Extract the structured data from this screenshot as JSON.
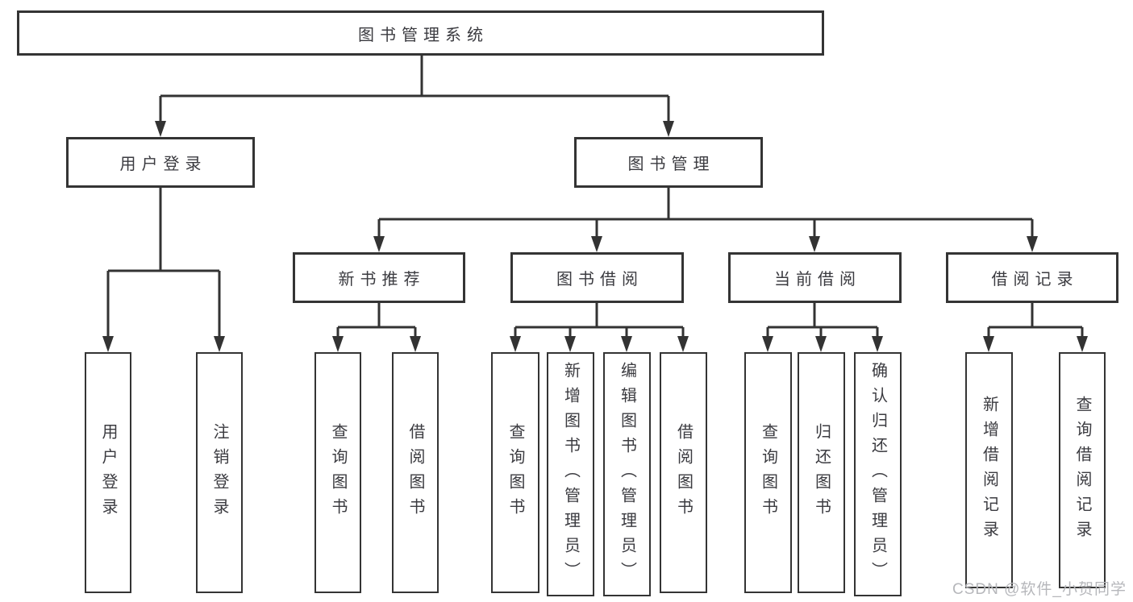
{
  "tree": {
    "label": "图书管理系统",
    "children": [
      {
        "label": "用户登录",
        "children": [
          {
            "label": "用户登录"
          },
          {
            "label": "注销登录"
          }
        ]
      },
      {
        "label": "图书管理",
        "children": [
          {
            "label": "新书推荐",
            "children": [
              {
                "label": "查询图书"
              },
              {
                "label": "借阅图书"
              }
            ]
          },
          {
            "label": "图书借阅",
            "children": [
              {
                "label": "查询图书"
              },
              {
                "label": "新增图书（管理员）"
              },
              {
                "label": "编辑图书（管理员）"
              },
              {
                "label": "借阅图书"
              }
            ]
          },
          {
            "label": "当前借阅",
            "children": [
              {
                "label": "查询图书"
              },
              {
                "label": "归还图书"
              },
              {
                "label": "确认归还（管理员）"
              }
            ]
          },
          {
            "label": "借阅记录",
            "children": [
              {
                "label": "新增借阅记录"
              },
              {
                "label": "查询借阅记录"
              }
            ]
          }
        ]
      }
    ]
  },
  "watermark": "CSDN @软件_小贺同学",
  "colors": {
    "line": "#333333",
    "box_border": "#343434",
    "text": "#3b3b40",
    "watermark_text": "#b6b7bb",
    "background": "#ffffff"
  }
}
